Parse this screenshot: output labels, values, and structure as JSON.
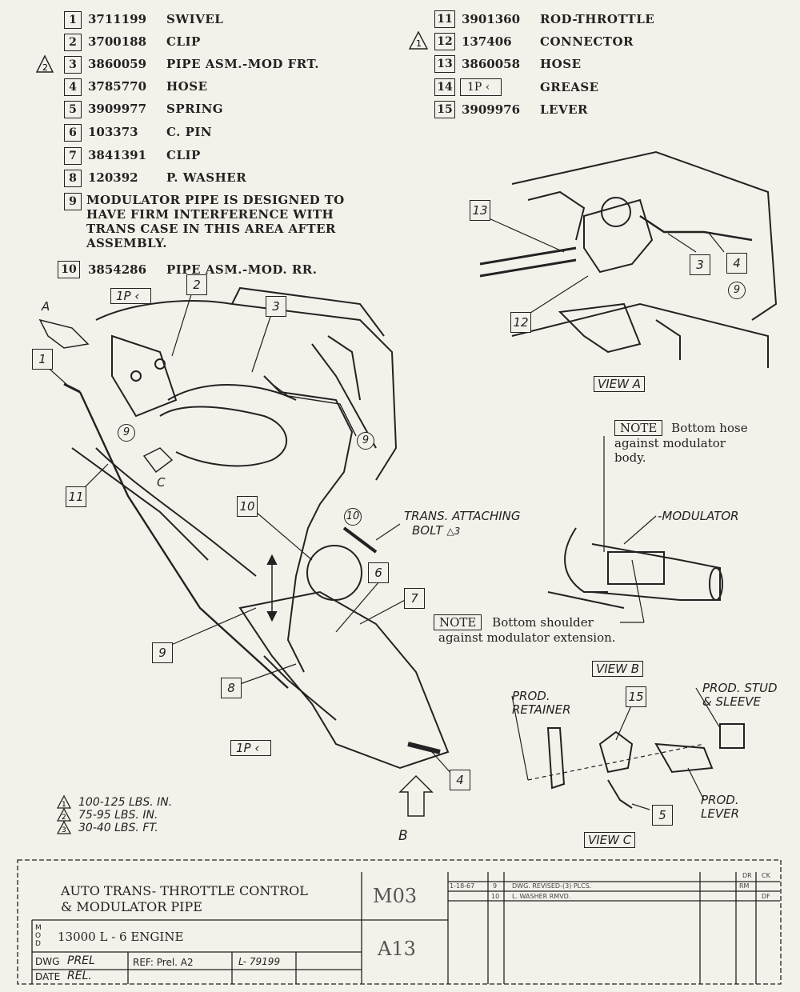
{
  "parts": [
    {
      "num": "1",
      "part": "3711199",
      "desc": "SWIVEL"
    },
    {
      "num": "2",
      "part": "3700188",
      "desc": "CLIP"
    },
    {
      "num": "3",
      "part": "3860059",
      "desc": "PIPE ASM.-MOD FRT.",
      "torque_ref": "2"
    },
    {
      "num": "4",
      "part": "3785770",
      "desc": "HOSE"
    },
    {
      "num": "5",
      "part": "3909977",
      "desc": "SPRING"
    },
    {
      "num": "6",
      "part": "103373",
      "desc": "C. PIN"
    },
    {
      "num": "7",
      "part": "3841391",
      "desc": "CLIP"
    },
    {
      "num": "8",
      "part": "120392",
      "desc": "P. WASHER"
    },
    {
      "num": "9",
      "note": [
        "MODULATOR PIPE IS DESIGNED TO",
        "HAVE FIRM INTERFERENCE WITH",
        "TRANS CASE IN THIS AREA AFTER",
        "ASSEMBLY."
      ]
    },
    {
      "num": "10",
      "part": "3854286",
      "desc": "PIPE ASM.-MOD. RR."
    }
  ],
  "parts_right": [
    {
      "num": "11",
      "part": "3901360",
      "desc": "ROD-THROTTLE"
    },
    {
      "num": "12",
      "part": "137406",
      "desc": "CONNECTOR",
      "torque_ref": "1"
    },
    {
      "num": "13",
      "part": "3860058",
      "desc": "HOSE"
    },
    {
      "num": "14",
      "part": "1P",
      "desc": "GREASE"
    },
    {
      "num": "15",
      "part": "3909976",
      "desc": "LEVER"
    }
  ],
  "views": {
    "a": "VIEW A",
    "b": "VIEW B",
    "c": "VIEW C",
    "a_letter": "A",
    "b_letter": "B",
    "c_letter": "C"
  },
  "notes": {
    "note_label": "NOTE",
    "note1": [
      "Bottom hose",
      "against modulator",
      "body."
    ],
    "note2_line1": "Bottom shoulder",
    "note2_line2": "against modulator extension.",
    "modulator": "-MODULATOR",
    "trans_bolt_1": "TRANS. ATTACHING",
    "trans_bolt_2": "BOLT",
    "prod_retainer_1": "PROD.",
    "prod_retainer_2": "RETAINER",
    "prod_stud_1": "PROD. STUD",
    "prod_stud_2": "& SLEEVE",
    "prod_lever_1": "PROD.",
    "prod_lever_2": "LEVER"
  },
  "torques": [
    {
      "ref": "1",
      "text": "100-125 LBS. IN."
    },
    {
      "ref": "2",
      "text": "75-95 LBS. IN."
    },
    {
      "ref": "3",
      "text": "30-40 LBS. FT."
    }
  ],
  "grease_label": "1P",
  "title_block": {
    "title_1": "AUTO TRANS- THROTTLE CONTROL",
    "title_2": "& MODULATOR PIPE",
    "mod_label": "M O D",
    "model": "13000  L - 6 ENGINE",
    "dwg_label": "DWG",
    "dwg_value": "PREL",
    "date_label": "DATE",
    "date_value": "REL.",
    "ref": "REF: Prel. A2",
    "l_number": "L- 79199",
    "code_top": "M03",
    "code_bottom": "A13",
    "rev1_date": "1-18-67",
    "rev1_num": "9",
    "rev1_text": "DWG. REVISED-(3) PLCS.",
    "rev1_init": "RM",
    "rev2_num": "10",
    "rev2_text": "L. WASHER RMVD.",
    "rev2_init": "DF",
    "ck_label": "CK",
    "dr_label": "DR"
  }
}
